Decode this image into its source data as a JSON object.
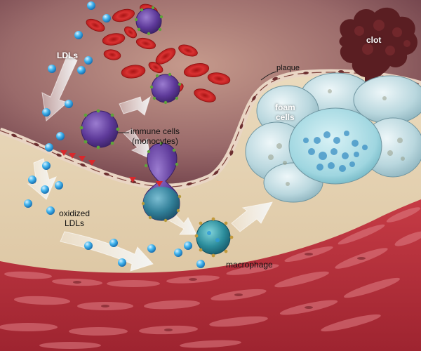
{
  "labels": {
    "ldls": "LDLs",
    "oxidized_ldls": "oxidized\nLDLs",
    "immune_cells": "immune cells\n(monocytes)",
    "macrophage": "macrophage",
    "plaque": "plaque",
    "foam_cells": "foam\ncells",
    "clot": "clot"
  },
  "colors": {
    "lumen": "#7a4a52",
    "vessel_wall": "#e7d5b6",
    "muscle": "#b8323d",
    "red_blood_cell": "#d62a2a",
    "ldl_particle": "#38a8e8",
    "monocyte": "#6c3d9c",
    "macrophage": "#2f8d9c",
    "foam_cell": "#b6d6dc",
    "clot": "#5a1e22",
    "arrow": "#eef1f2"
  }
}
